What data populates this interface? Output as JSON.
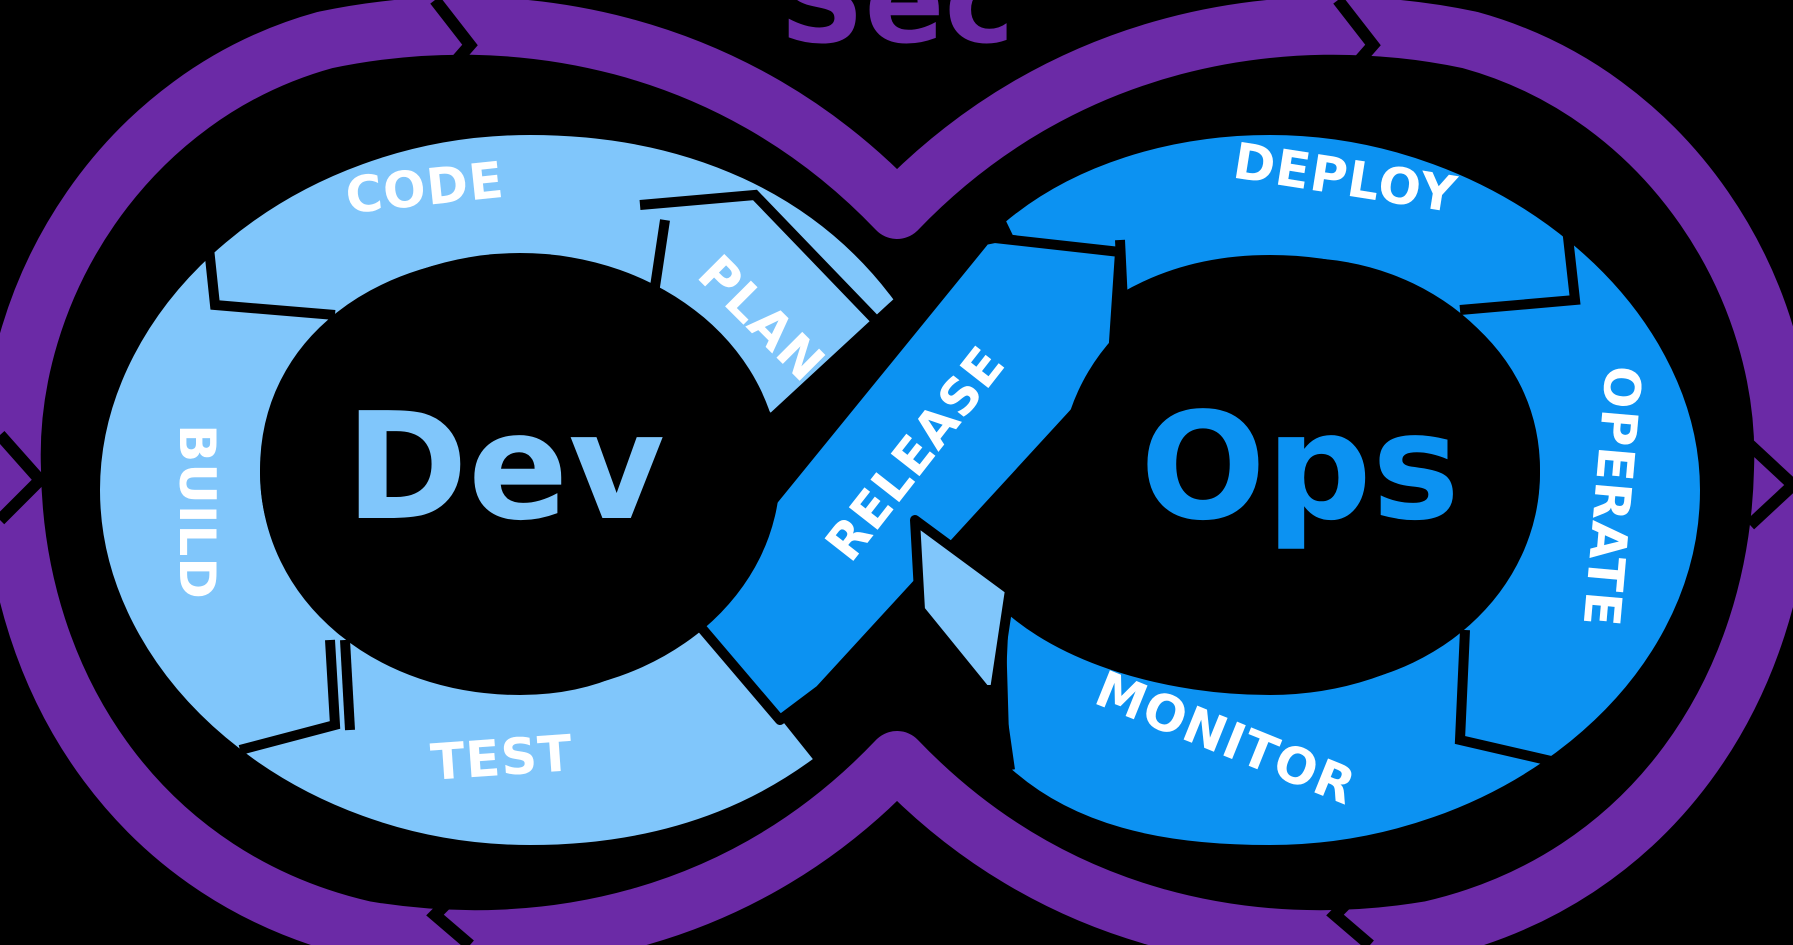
{
  "header": {
    "label": "Sec"
  },
  "core": {
    "left": "Dev",
    "right": "Ops"
  },
  "stages": {
    "plan": "PLAN",
    "code": "CODE",
    "build": "BUILD",
    "test": "TEST",
    "release": "RELEASE",
    "deploy": "DEPLOY",
    "operate": "OPERATE",
    "monitor": "MONITOR"
  },
  "colors": {
    "background": "#000000",
    "outer_ring": "#6b2aa6",
    "dev_loop": "#80c6fb",
    "ops_loop": "#0c92f2",
    "dev_text": "#80c6fb",
    "ops_text": "#0c92f2",
    "stage_text": "#ffffff"
  }
}
